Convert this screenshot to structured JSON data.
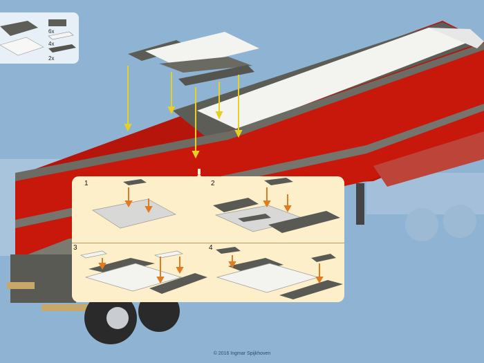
{
  "parts_panel": {
    "items": [
      {
        "quantity": "6x",
        "icon": "dark-gray-tile-icon"
      },
      {
        "quantity": "4x",
        "icon": "white-plate-icon"
      },
      {
        "quantity": "2x",
        "icon": "dark-gray-plate-icon"
      }
    ]
  },
  "callouts": {
    "step_label": "2"
  },
  "steps": [
    {
      "label": "1"
    },
    {
      "label": "2"
    },
    {
      "label": "3"
    },
    {
      "label": "4"
    }
  ],
  "copyright": "© 2016 Ingmar Spijkhoven",
  "colors": {
    "background": "#8fb3d3",
    "trailer_red": "#c8180c",
    "plate_gray": "#6a6a62",
    "plate_white": "#f4f4f2",
    "arrow_yellow": "#e6d020",
    "arrow_orange": "#e07b20",
    "panel_cream": "#fcefc9"
  }
}
